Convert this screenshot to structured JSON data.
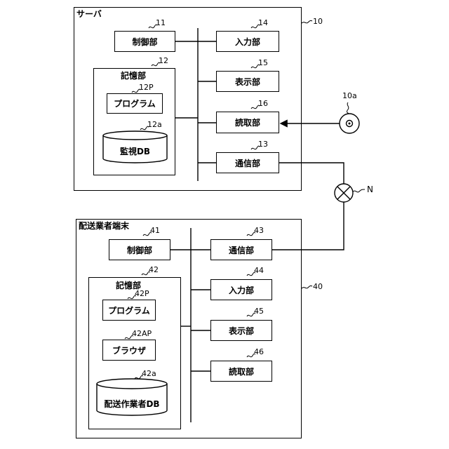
{
  "server": {
    "title": "サーバ",
    "ref": "10",
    "control": {
      "label": "制御部",
      "ref": "11"
    },
    "storage": {
      "label": "記憶部",
      "ref": "12",
      "program": {
        "label": "プログラム",
        "ref": "12P"
      },
      "db": {
        "label": "監視DB",
        "ref": "12a"
      }
    },
    "input": {
      "label": "入力部",
      "ref": "14"
    },
    "display": {
      "label": "表示部",
      "ref": "15"
    },
    "reader": {
      "label": "読取部",
      "ref": "16"
    },
    "comm": {
      "label": "通信部",
      "ref": "13"
    }
  },
  "medium": {
    "ref": "10a"
  },
  "network": {
    "label": "N"
  },
  "terminal": {
    "title": "配送業者端末",
    "ref": "40",
    "control": {
      "label": "制御部",
      "ref": "41"
    },
    "comm": {
      "label": "通信部",
      "ref": "43"
    },
    "storage": {
      "label": "記憶部",
      "ref": "42",
      "program": {
        "label": "プログラム",
        "ref": "42P"
      },
      "browser": {
        "label": "ブラウザ",
        "ref": "42AP"
      },
      "db": {
        "label": "配送作業者DB",
        "ref": "42a"
      }
    },
    "input": {
      "label": "入力部",
      "ref": "44"
    },
    "display": {
      "label": "表示部",
      "ref": "45"
    },
    "reader": {
      "label": "読取部",
      "ref": "46"
    }
  }
}
